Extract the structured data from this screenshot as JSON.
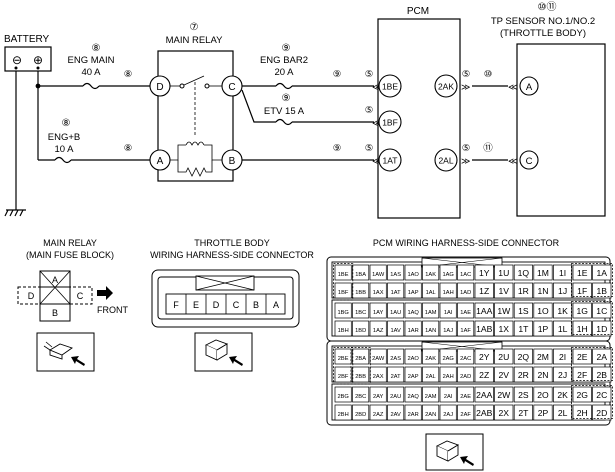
{
  "battery": {
    "label": "BATTERY",
    "minus": "⊖",
    "plus": "⊕"
  },
  "eng_main": {
    "num": "8",
    "name": "ENG MAIN",
    "amp": "40 A",
    "wire": "8"
  },
  "main_relay": {
    "num": "7",
    "name": "MAIN RELAY",
    "pins": [
      "D",
      "C",
      "A",
      "B"
    ]
  },
  "eng_bar2": {
    "num": "9",
    "name": "ENG BAR2",
    "amp": "20 A",
    "wire": "9"
  },
  "etv": {
    "num": "9",
    "label": "ETV 15 A"
  },
  "engb": {
    "num": "8",
    "name": "ENG+B",
    "amp": "10 A",
    "wire": "8"
  },
  "wire_to_1at": "9",
  "pcm": {
    "title": "PCM",
    "terms_left": [
      {
        "mark": "5",
        "label": "1BE"
      },
      {
        "mark": "5",
        "label": "1BF"
      },
      {
        "mark": "5",
        "label": "1AT"
      }
    ],
    "terms_right": [
      {
        "mark": "5",
        "label": "2AK",
        "wire": "10"
      },
      {
        "mark": "5",
        "label": "2AL",
        "wire": "11"
      }
    ]
  },
  "tp_sensor": {
    "nums": "⑩⑪",
    "name": "TP SENSOR NO.1/NO.2",
    "sub": "(THROTTLE BODY)",
    "pins": [
      "A",
      "C"
    ]
  },
  "connectors": {
    "relay": {
      "title1": "MAIN RELAY",
      "title2": "(MAIN FUSE BLOCK)",
      "pins": [
        "D",
        "A",
        "C",
        "B"
      ],
      "front": "FRONT"
    },
    "throttle": {
      "title1": "THROTTLE BODY",
      "title2": "WIRING HARNESS-SIDE CONNECTOR",
      "pins": [
        "F",
        "E",
        "D",
        "C",
        "B",
        "A"
      ]
    },
    "pcm": {
      "title": "PCM WIRING HARNESS-SIDE CONNECTOR",
      "block1": [
        [
          "1BE",
          "1BA",
          "1AW",
          "1AS",
          "1AO",
          "1AK",
          "1AG",
          "1AC",
          "1Y",
          "1U",
          "1Q",
          "1M",
          "1I",
          "1E",
          "1A"
        ],
        [
          "1BF",
          "1BB",
          "1AX",
          "1AT",
          "1AP",
          "1AL",
          "1AH",
          "1AD",
          "1Z",
          "1V",
          "1R",
          "1N",
          "1J",
          "1F",
          "1B"
        ],
        [
          "1BG",
          "1BC",
          "1AY",
          "1AU",
          "1AQ",
          "1AM",
          "1AI",
          "1AE",
          "1AA",
          "1W",
          "1S",
          "1O",
          "1K",
          "1G",
          "1C"
        ],
        [
          "1BH",
          "1BD",
          "1AZ",
          "1AV",
          "1AR",
          "1AN",
          "1AJ",
          "1AF",
          "1AB",
          "1X",
          "1T",
          "1P",
          "1L",
          "1H",
          "1D"
        ]
      ],
      "block2": [
        [
          "2BE",
          "2BA",
          "2AW",
          "2AS",
          "2AO",
          "2AK",
          "2AG",
          "2AC",
          "2Y",
          "2U",
          "2Q",
          "2M",
          "2I",
          "2E",
          "2A"
        ],
        [
          "2BF",
          "2BB",
          "2AX",
          "2AT",
          "2AP",
          "2AL",
          "2AH",
          "2AD",
          "2Z",
          "2V",
          "2R",
          "2N",
          "2J",
          "2F",
          "2B"
        ],
        [
          "2BG",
          "2BC",
          "2AY",
          "2AU",
          "2AQ",
          "2AM",
          "2AI",
          "2AE",
          "2AA",
          "2W",
          "2S",
          "2O",
          "2K",
          "2G",
          "2C"
        ],
        [
          "2BH",
          "2BD",
          "2AZ",
          "2AV",
          "2AR",
          "2AN",
          "2AJ",
          "2AF",
          "2AB",
          "2X",
          "2T",
          "2P",
          "2L",
          "2H",
          "2D"
        ]
      ]
    }
  }
}
